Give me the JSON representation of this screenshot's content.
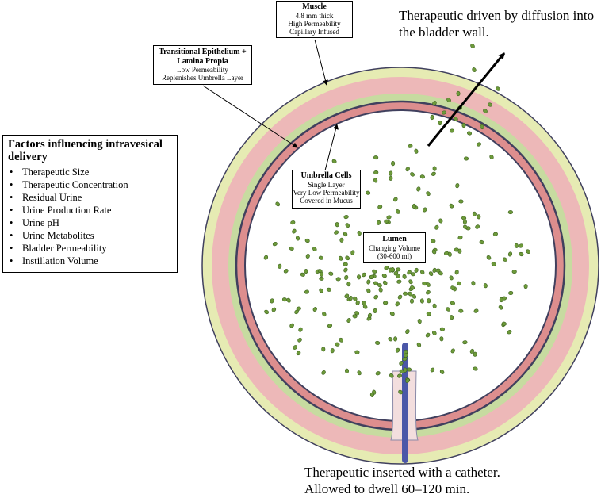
{
  "top_note": {
    "line1": "Therapeutic driven by diffusion into",
    "line2": "the bladder wall."
  },
  "bottom_note": {
    "line1": "Therapeutic inserted with a catheter.",
    "line2": "Allowed to dwell 60–120 min."
  },
  "labels": {
    "muscle": {
      "title": "Muscle",
      "lines": [
        "4.8 mm thick",
        "High Permeability",
        "Capillary Infused"
      ]
    },
    "transitional": {
      "title": "Transitional Epithelium +",
      "title2": "Lamina Propia",
      "lines": [
        "Low Permeability",
        "Replenishes Umbrella Layer"
      ]
    },
    "umbrella": {
      "title": "Umbrella Cells",
      "lines": [
        "Single Layer",
        "Very Low Permeability",
        "Covered in Mucus"
      ]
    },
    "lumen": {
      "title": "Lumen",
      "lines": [
        "Changing Volume",
        "(30-600 ml)"
      ]
    }
  },
  "factors": {
    "heading": "Factors influencing intravesical delivery",
    "bullet_glyph": "•",
    "items": [
      "Therapeutic Size",
      "Therapeutic Concentration",
      "Residual Urine",
      "Urine Production Rate",
      "Urine pH",
      "Urine Metabolites",
      "Bladder Permeability",
      "Instillation Volume"
    ]
  },
  "colors": {
    "outer_ring": "#e6ebb3",
    "muscle": "#edb8b8",
    "transitional": "#c7dba0",
    "umbrella": "#dd8e8e",
    "lumen": "#ffffff",
    "outline": "#40405e",
    "particle": "#6d9a3a",
    "particle_edge": "#3f6420",
    "catheter": "#4b57a8",
    "catheter_sheath": "#f3dede"
  }
}
